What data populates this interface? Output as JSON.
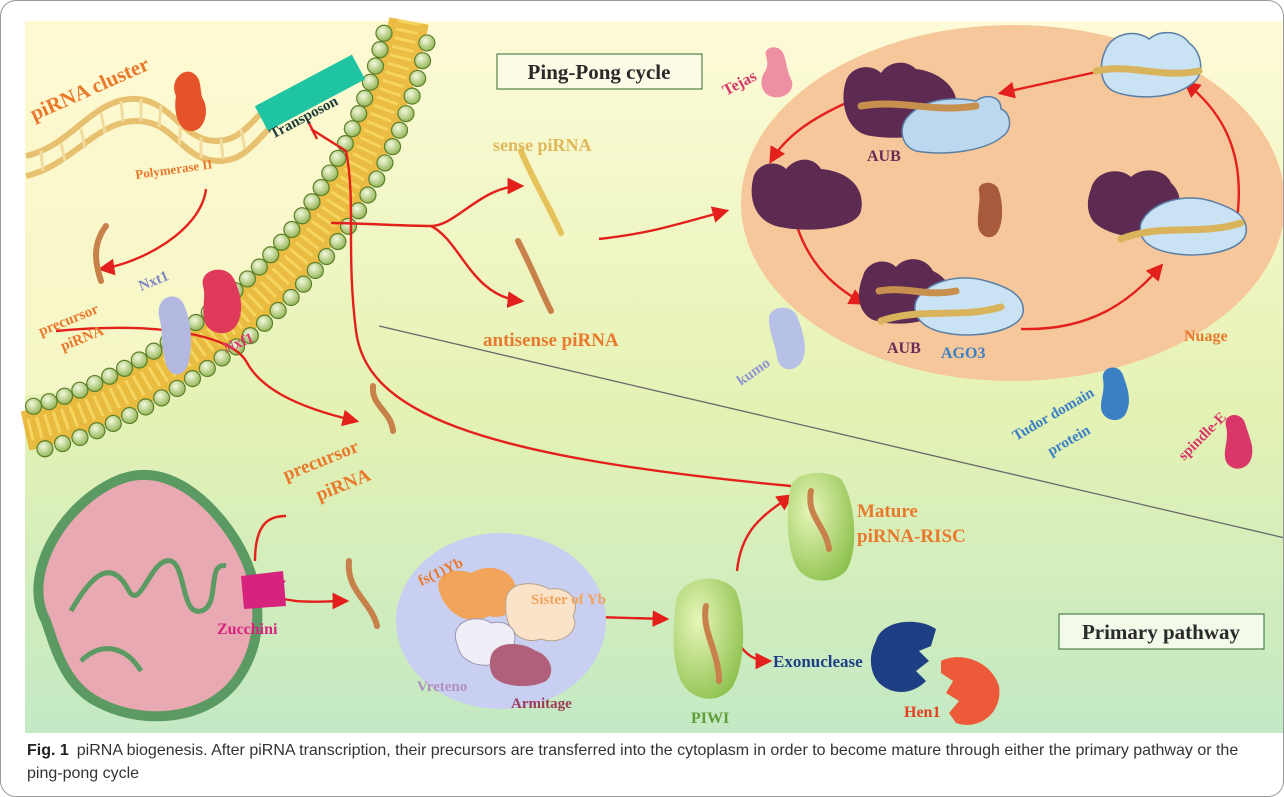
{
  "labels": {
    "ping_pong": "Ping-Pong cycle",
    "primary_pathway": "Primary pathway",
    "pirna_cluster": "piRNA cluster",
    "polymerase": "Polymerase II",
    "transposon": "Transposon",
    "precursor_nucleus_1": "precursor",
    "precursor_nucleus_2": "piRNA",
    "nxt1": "Nxt1",
    "nxf1": "Nxf1",
    "sense": "sense piRNA",
    "antisense": "antisense piRNA",
    "tejas": "Tejas",
    "aub_top": "AUB",
    "aub_bottom": "AUB",
    "ago3": "AGO3",
    "nuage": "Nuage",
    "kumo": "kumo",
    "tudor_1": "Tudor domain",
    "tudor_2": "protein",
    "spindle": "spindle-E",
    "precursor_cyto_1": "precursor",
    "precursor_cyto_2": "piRNA",
    "zucchini": "Zucchini",
    "fs1yb": "fs(1)Yb",
    "sister_yb": "Sister of Yb",
    "vreteno": "Vreteno",
    "armitage": "Armitage",
    "piwi": "PIWI",
    "mature_1": "Mature",
    "mature_2": "piRNA-RISC",
    "exonuclease": "Exonuclease",
    "hen1": "Hen1"
  },
  "caption": {
    "fig_number": "Fig. 1",
    "text": "piRNA biogenesis. After piRNA transcription, their precursors are transferred into the cytoplasm in order to become mature through either the primary pathway or the ping-pong cycle"
  },
  "colors": {
    "arrow": "#e3201b",
    "label_orange": "#e9792c",
    "label_purple": "#6b2a57",
    "label_blue": "#3b7fc4",
    "label_pink": "#d9376a",
    "nuage_fill": "#f6c79a",
    "green_bg": "#c9e9a6"
  }
}
